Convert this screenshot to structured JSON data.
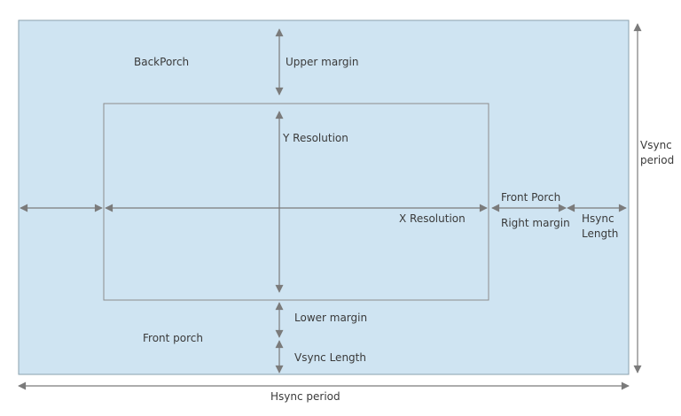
{
  "colors": {
    "outer_fill": "#cfe4f2",
    "outer_stroke": "#8aa1ae",
    "inner_stroke": "#8c8c8c",
    "arrow": "#7b7b7b",
    "text": "#3a3a3a"
  },
  "labels": {
    "back_porch": "BackPorch",
    "upper_margin": "Upper margin",
    "y_resolution": "Y Resolution",
    "x_resolution": "X Resolution",
    "front_porch_h": "Front Porch",
    "right_margin": "Right margin",
    "hsync_length_line1": "Hsync",
    "hsync_length_line2": "Length",
    "vsync_period_line1": "Vsync",
    "vsync_period_line2": "period",
    "lower_margin": "Lower margin",
    "front_porch_v": "Front porch",
    "vsync_length": "Vsync Length",
    "hsync_period": "Hsync period"
  }
}
